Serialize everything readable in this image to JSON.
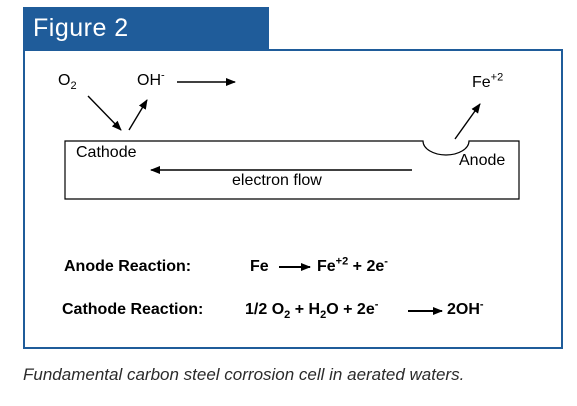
{
  "figure_label": "Figure 2",
  "species": {
    "o2": {
      "base": "O",
      "sub": "2"
    },
    "oh": {
      "base": "OH",
      "sup": "-"
    },
    "fe_ion": {
      "base": "Fe",
      "sup": "+2"
    }
  },
  "labels": {
    "cathode": "Cathode",
    "anode": "Anode",
    "electron_flow": "electron flow"
  },
  "anode_reaction": {
    "label": "Anode Reaction:",
    "reactant": "Fe",
    "product_base": "Fe",
    "product_sup": "+2",
    "plus": "+ 2e",
    "electron_sup": "-"
  },
  "cathode_reaction": {
    "label": "Cathode Reaction:",
    "coef": "1/2",
    "o_base": "O",
    "o_sub": "2",
    "plus1": "+",
    "h_base": "H",
    "h_sub": "2",
    "h_tail": "O",
    "plus2": "+ 2e",
    "electron_sup": "-",
    "product_base": "2OH",
    "product_sup": "-"
  },
  "caption": "Fundamental carbon steel corrosion cell in aerated waters.",
  "colors": {
    "accent": "#1f5c9a"
  }
}
